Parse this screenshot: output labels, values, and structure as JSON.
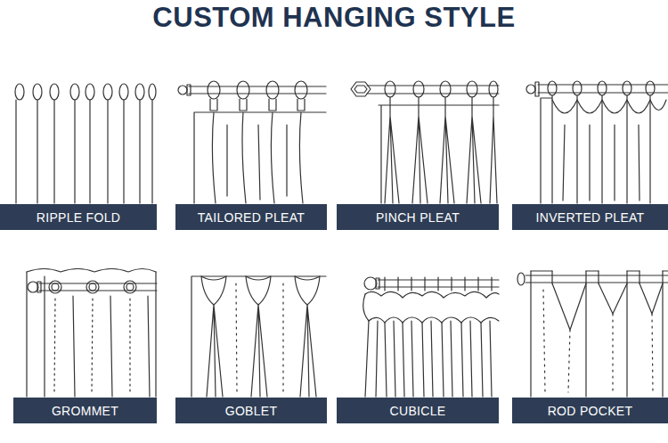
{
  "diagram": {
    "title": "CUSTOM HANGING STYLE",
    "nodes": [
      {
        "text": [
          "RIPPLE FOLD"
        ]
      },
      {
        "text": [
          "TAILORED PLEAT"
        ]
      },
      {
        "text": [
          "PINCH PLEAT"
        ]
      },
      {
        "text": [
          "INVERTED PLEAT"
        ]
      },
      {
        "text": [
          "GROMMET"
        ]
      },
      {
        "text": [
          "GOBLET"
        ]
      },
      {
        "text": [
          "CUBICLE"
        ]
      },
      {
        "text": [
          "ROD POCKET"
        ]
      }
    ]
  }
}
